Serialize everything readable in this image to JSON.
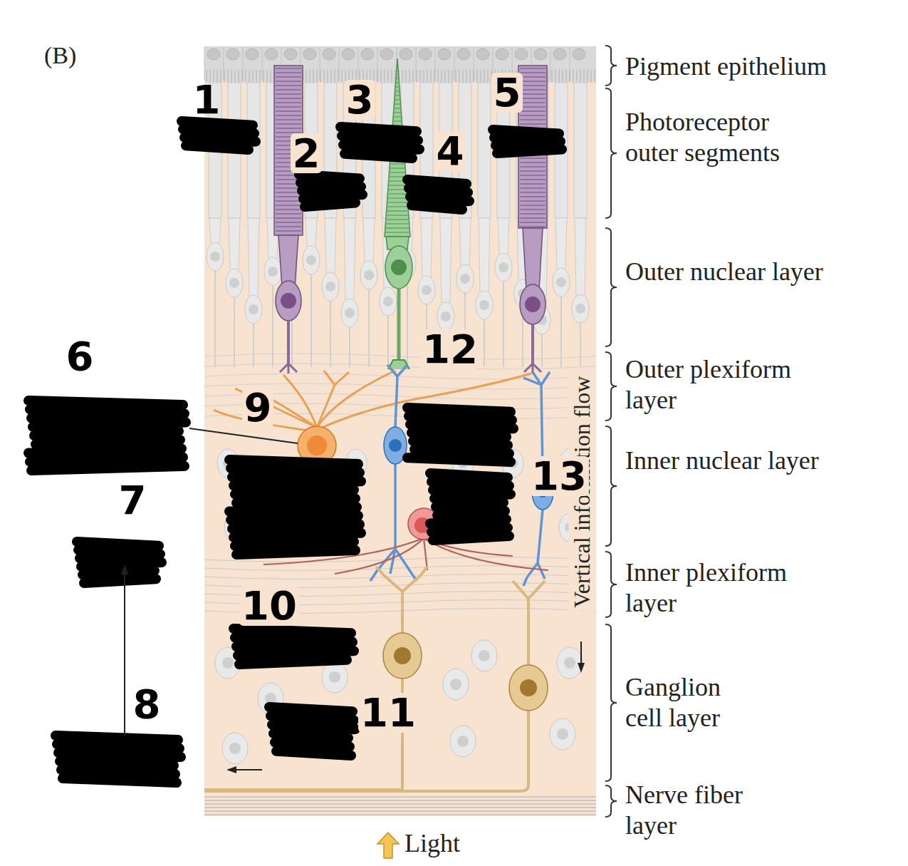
{
  "diagram": {
    "labels": [
      "(B)",
      "Pigment epithelium",
      "Photoreceptor outer segments",
      "Outer nuclear layer",
      "Outer plexiform layer",
      "Inner nuclear layer",
      "Inner plexiform layer",
      "Ganglion cell layer",
      "Nerve fiber layer",
      "Light",
      "Vertical information flow",
      "1",
      "2",
      "3",
      "4",
      "5",
      "6",
      "7",
      "8",
      "9",
      "10",
      "11",
      "12",
      "13"
    ]
  }
}
